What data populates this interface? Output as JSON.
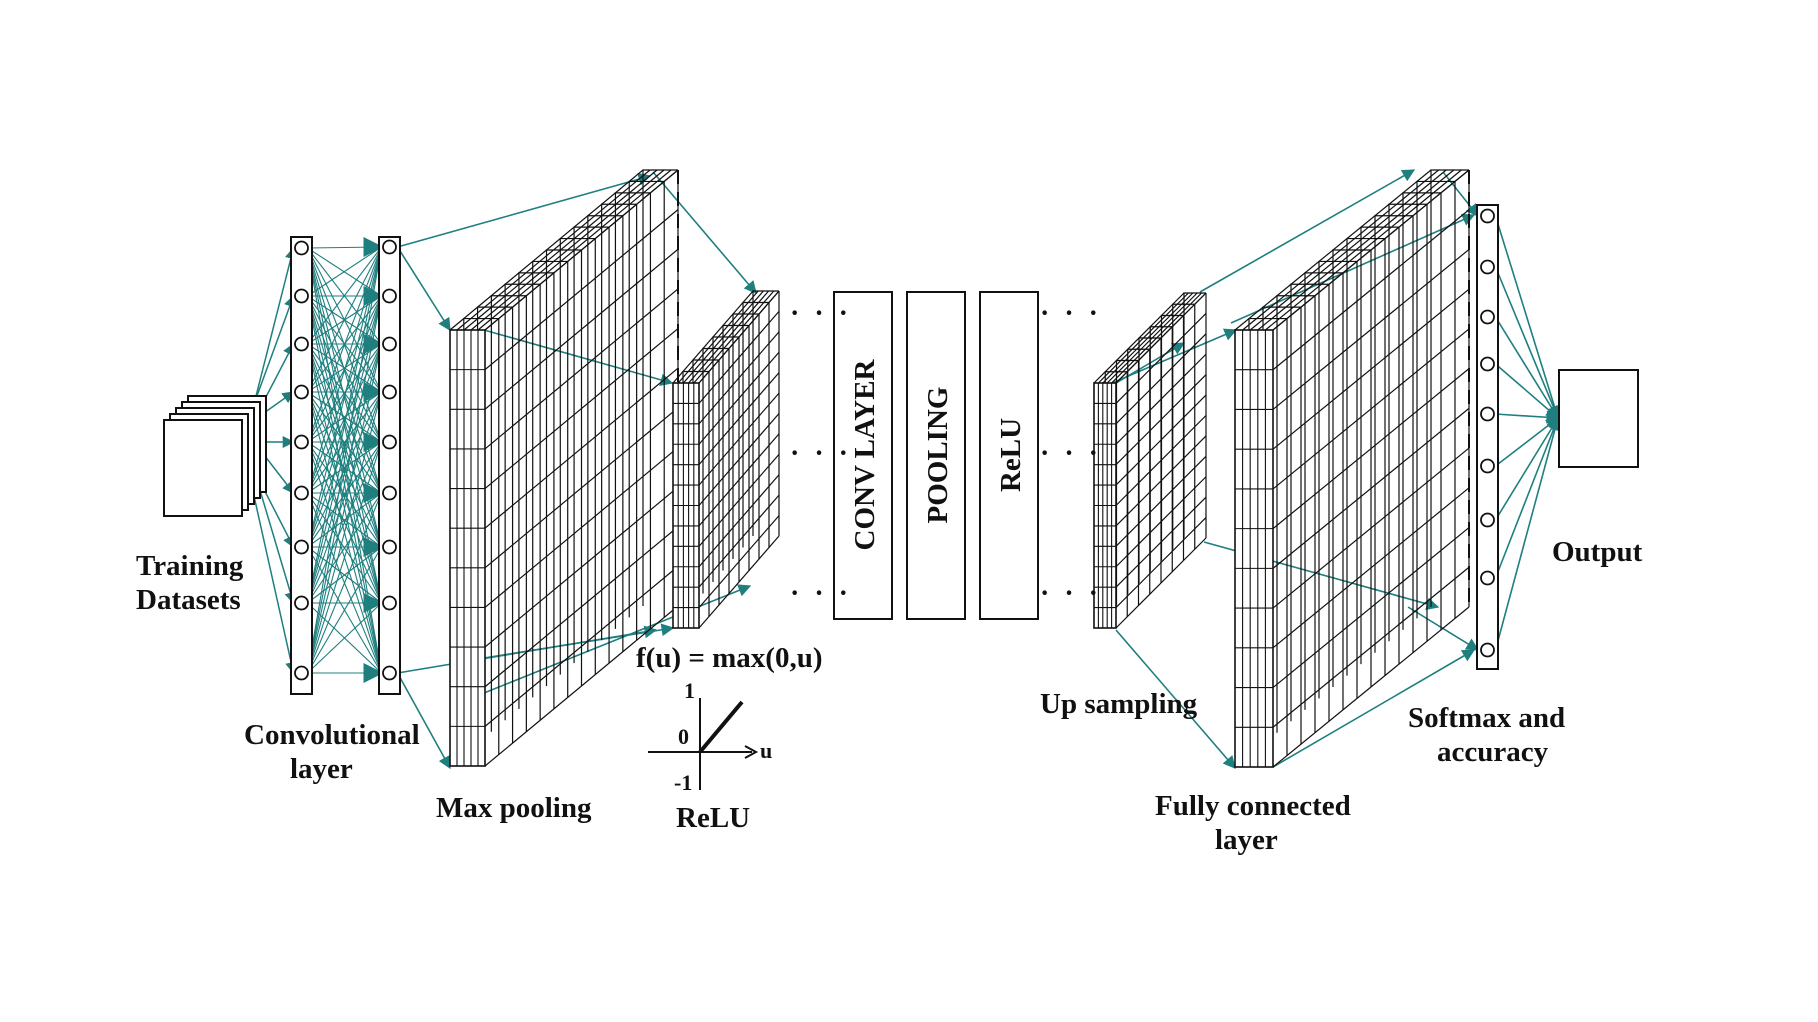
{
  "labels": {
    "training": [
      "Training",
      "Datasets"
    ],
    "conv": [
      "Convolutional",
      "layer"
    ],
    "maxpool": "Max pooling",
    "relu": "ReLU",
    "relu_formula": "f(u) = max(0,u)",
    "relu_y_top": "1",
    "relu_origin": "0",
    "relu_y_bottom": "-1",
    "relu_x": "u",
    "upsampling": "Up sampling",
    "fc": [
      "Fully connected",
      "layer"
    ],
    "softmax": [
      "Softmax and",
      "accuracy"
    ],
    "output": "Output"
  },
  "boxes": [
    "CONV LAYER",
    "POOLING",
    "ReLU"
  ],
  "ellipsis": "· · ·",
  "colors": {
    "arrow": "#1f7f7f",
    "line": "#111111",
    "background": "#ffffff"
  }
}
